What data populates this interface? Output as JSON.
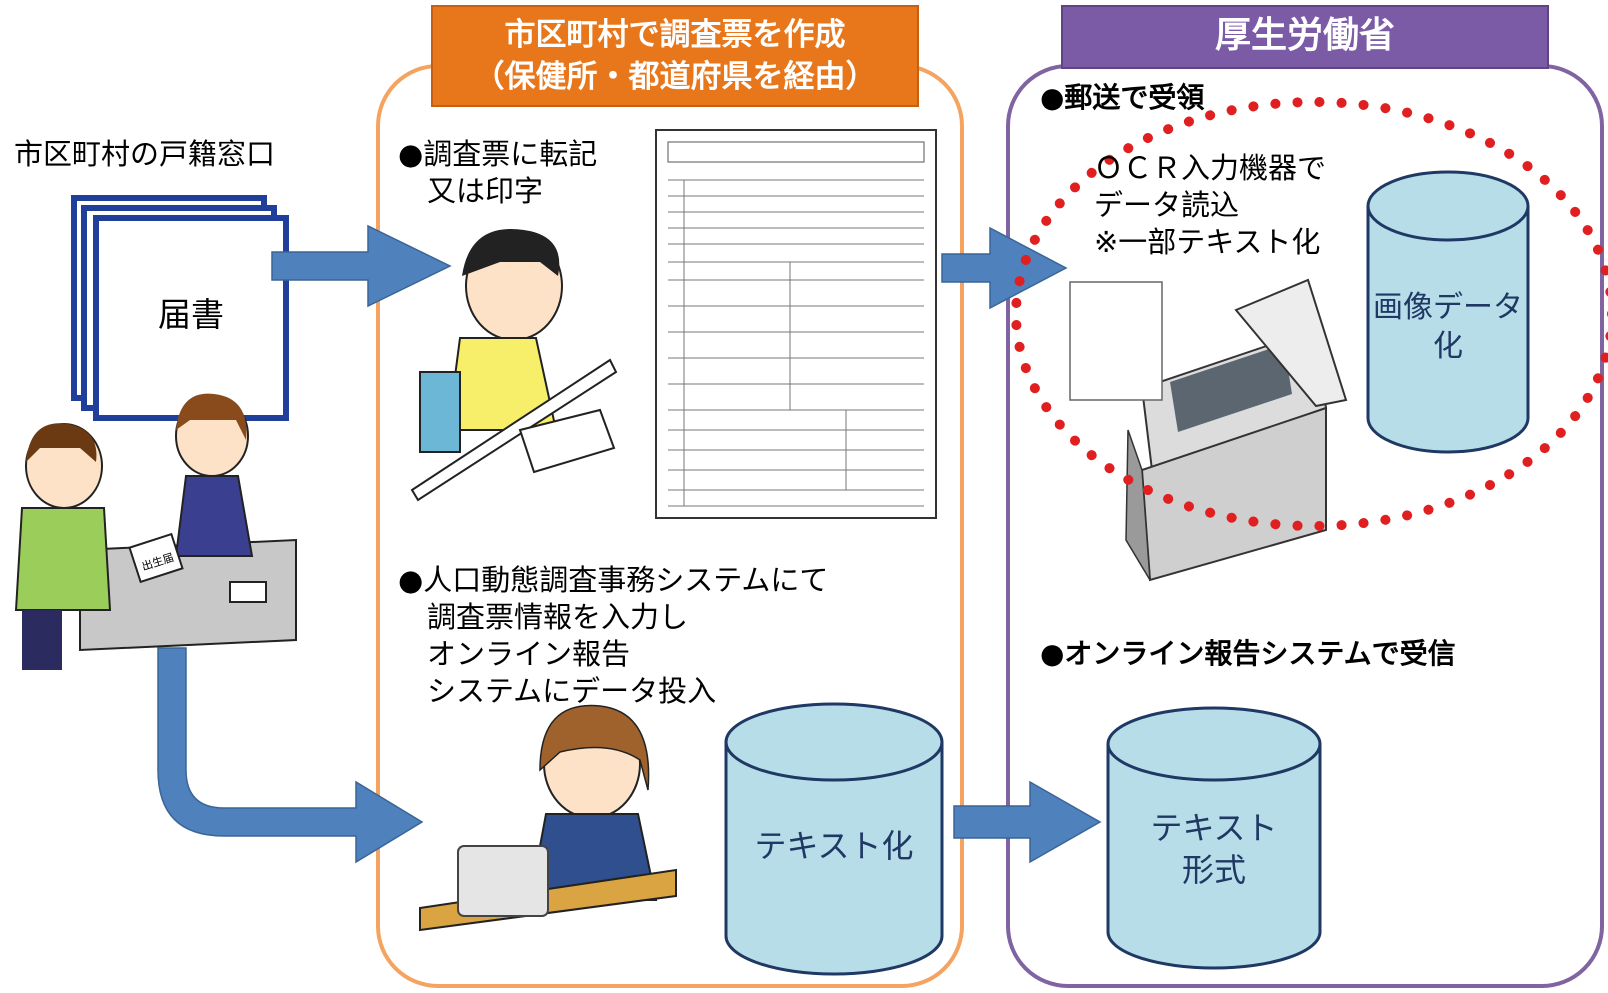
{
  "municipal_window": {
    "label": "市区町村の戸籍窓口"
  },
  "notification": {
    "label": "届書",
    "stamp": "出生届"
  },
  "municipal_section": {
    "title_line1": "市区町村で調査票を作成",
    "title_line2": "（保健所・都道府県を経由）",
    "step1": "●調査票に転記\n　又は印字",
    "step2": "●人口動態調査事務システムにて\n　調査票情報を入力し\n　オンライン報告\n　システムにデータ投入",
    "text_db": "テキスト化"
  },
  "mhlw_section": {
    "title": "厚生労働省",
    "mail_heading": "●郵送で受領",
    "ocr_note": "ＯＣＲ入力機器で\nデータ読込\n※一部テキスト化",
    "image_db": "画像データ\n化",
    "online_heading": "●オンライン報告システムで受信",
    "text_db": "テキスト\n形式"
  },
  "colors": {
    "orange_border": "#f4a460",
    "orange_banner": "#e8761a",
    "purple_border": "#8064a2",
    "purple_banner": "#7b5aa6",
    "arrow": "#4f81bd",
    "cylinder_fill": "#b7dde8",
    "cylinder_stroke": "#1f3864",
    "dotted_circle": "#e02020"
  }
}
